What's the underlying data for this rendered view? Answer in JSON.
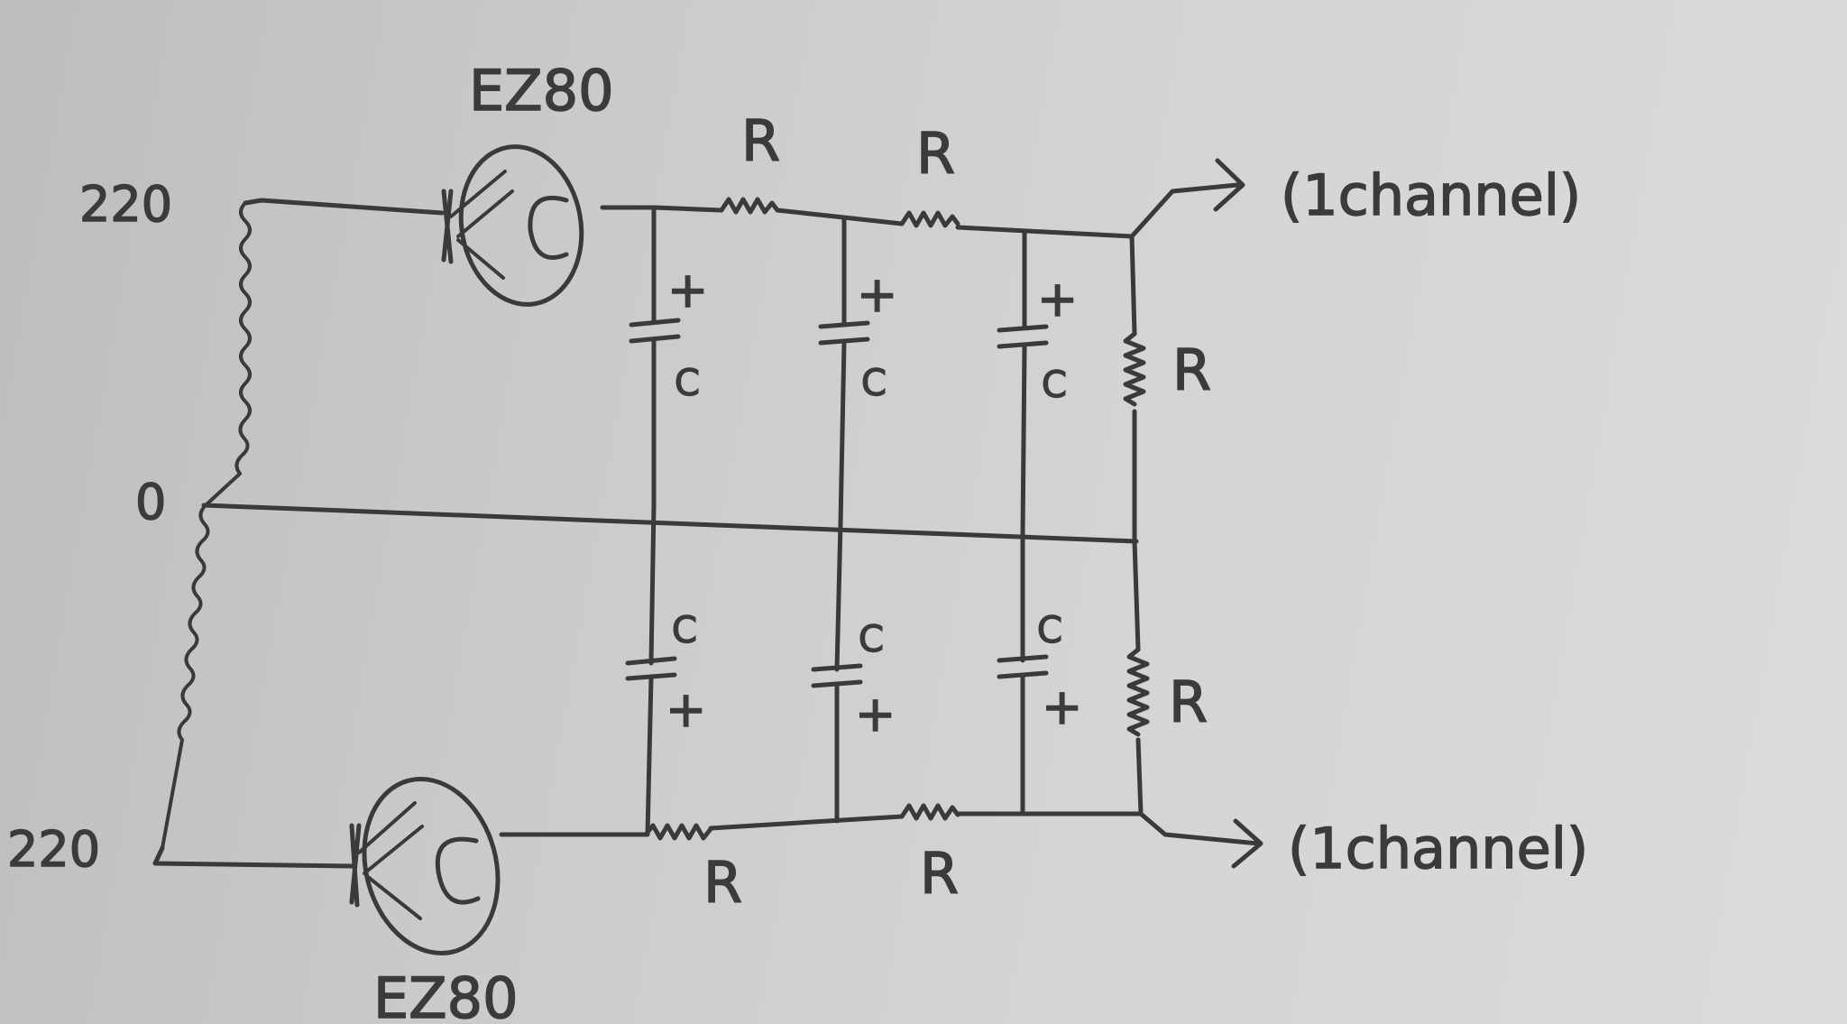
{
  "labels": {
    "tube_top": "EZ80",
    "tube_bottom": "EZ80",
    "v_top": "220",
    "v_mid": "0",
    "v_bottom": "220",
    "out_top": "(1channel)",
    "out_bottom": "(1channel)",
    "r_top_1": "R",
    "r_top_2": "R",
    "r_bottom_1": "R",
    "r_bottom_2": "R",
    "r_load_top": "R",
    "r_load_bottom": "R",
    "cap_label": "C",
    "plus": "+"
  },
  "colors": {
    "ink": "#3a3a3a",
    "paper": "#d0d0ce"
  },
  "icons": [
    "rectifier-tube-icon",
    "resistor-icon",
    "capacitor-icon",
    "arrow-icon",
    "transformer-coil-icon"
  ]
}
